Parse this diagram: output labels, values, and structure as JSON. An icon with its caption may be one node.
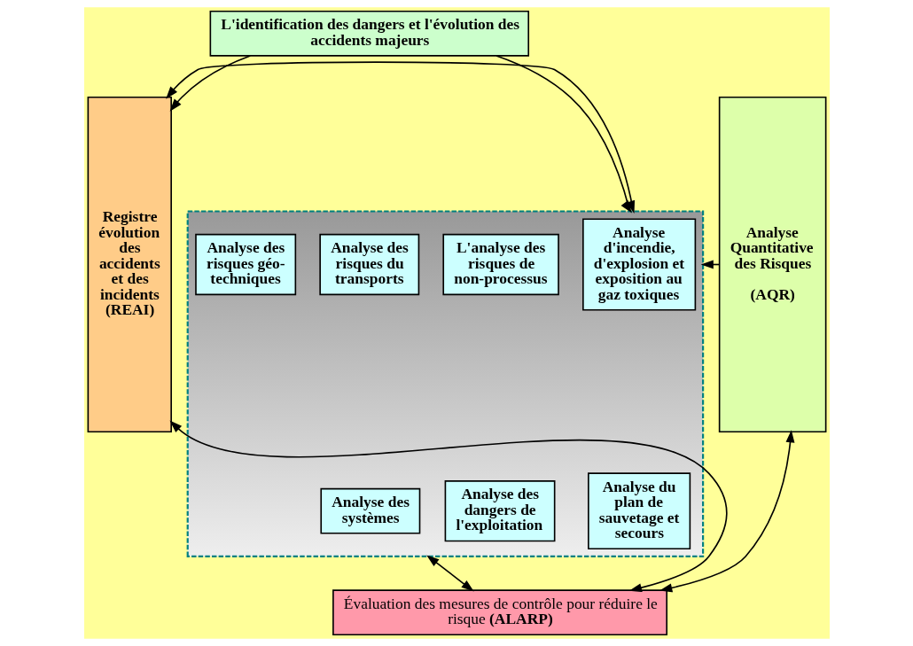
{
  "diagram": {
    "nodes": [
      {
        "text": [
          "L'identification des dangers et l'évolution des accidents majeurs"
        ]
      },
      {
        "text": [
          "Registre évolution des accidents et des incidents (REAI)"
        ]
      },
      {
        "text": [],
        "shape": "box"
      },
      {
        "text": [
          "Analyse d'incendie, d'explosion et exposition au gaz toxiques"
        ],
        "in": 2
      },
      {
        "text": [
          "L'analyse des risques de non-processus"
        ],
        "in": 2
      },
      {
        "text": [
          "Analyse des risques du transports"
        ],
        "in": 2
      },
      {
        "text": [
          "Analyse des risques géo-techniques"
        ],
        "in": 2
      },
      {
        "text": [
          "Analyse du plan de sauvetage et secours"
        ],
        "in": 2
      },
      {
        "text": [
          "Analyse des dangers de l'exploitation"
        ],
        "in": 2
      },
      {
        "text": [
          "Analyse des systèmes"
        ],
        "in": 2
      },
      {
        "text": [
          "Analyse Quantitative des Risques",
          "(AQR)"
        ]
      },
      {
        "text": [
          "Évaluation des mesures de contrôle pour réduire le risque **(ALARP)**"
        ]
      }
    ],
    "edges": [
      {
        "from": 0,
        "to": 1,
        "arrow": "to"
      },
      {
        "from": 0,
        "to": 2,
        "arrow": "to"
      },
      {
        "from": 1,
        "to": 2,
        "arrow": "both"
      },
      {
        "from": 10,
        "to": 2,
        "arrow": "to"
      },
      {
        "from": 2,
        "to": 11,
        "arrow": "both"
      },
      {
        "from": 1,
        "to": 11,
        "arrow": "both"
      },
      {
        "from": 11,
        "to": 10,
        "arrow": "both"
      }
    ]
  }
}
